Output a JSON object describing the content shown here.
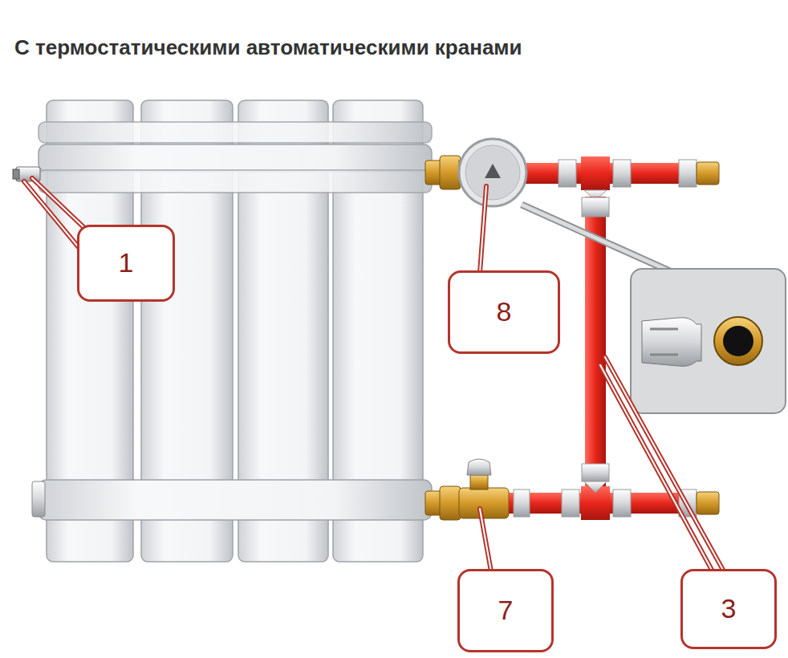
{
  "diagram": {
    "title": "С термостатическими автоматическими кранами",
    "nodes": [
      {
        "text": [
          "1"
        ]
      },
      {
        "text": [
          "8"
        ]
      },
      {
        "text": [
          "7"
        ]
      },
      {
        "text": [
          "3"
        ]
      }
    ]
  }
}
